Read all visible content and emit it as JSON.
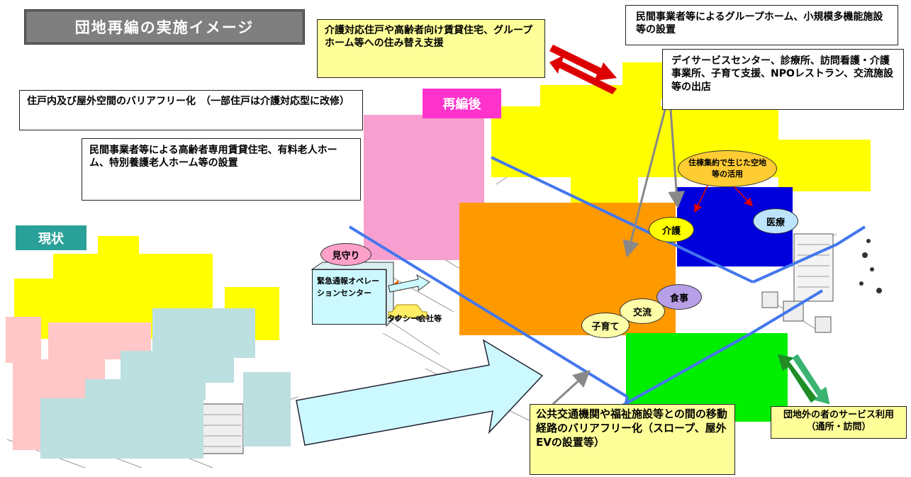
{
  "title": "団地再編の実施イメージ",
  "labels": {
    "current": "現状",
    "after": "再編後"
  },
  "callouts": {
    "moving_support": "介護対応住戸や高齢者向け賃貸住宅、グループホーム等への住み替え支援",
    "group_home": "民間事業者等によるグループホーム、小規模多機能施設等の設置",
    "day_service": "デイサービスセンター、診療所、訪問看護・介護事業所、子育て支援、NPOレストラン、交流施設等の出店",
    "barrier_free": "住戸内及び屋外空間のバリアフリー化　（一部住戸は介護対応型に改修）",
    "elderly_housing": "民間事業者等による高齢者専用賃貸住宅、有料老人ホーム、特別養護老人ホーム等の設置",
    "transport": "公共交通機関や福祉施設等との間の移動経路のバリアフリー化（スロープ、屋外EVの設置等）",
    "outside_users": "団地外の者のサービス利用（通所・訪問）",
    "vacant_land": "住棟集約で生じた空地等の活用",
    "emergency_center": "緊急通報オペレーションセンター",
    "taxi": "タクシー会社等"
  },
  "bubbles": {
    "mimamori": "見守り",
    "kaigo": "介護",
    "iryo": "医療",
    "shokuji": "食事",
    "koryu": "交流",
    "kosodate": "子育て"
  },
  "colors": {
    "title_bg": "#7f7f7f",
    "current_tag": "#2aa198",
    "after_tag": "#ff33cc",
    "yellow_block": "#ffff00",
    "pink_block": "#f79fcf",
    "orange_block": "#ff9900",
    "blue_block": "#0000dd",
    "green_block": "#00ee00",
    "light_pink": "#ffc7c7",
    "light_blue": "#bcdfe0",
    "road": "#4477ee",
    "red_arrow": "#dd0000",
    "green_arrow": "#2e8b57"
  }
}
